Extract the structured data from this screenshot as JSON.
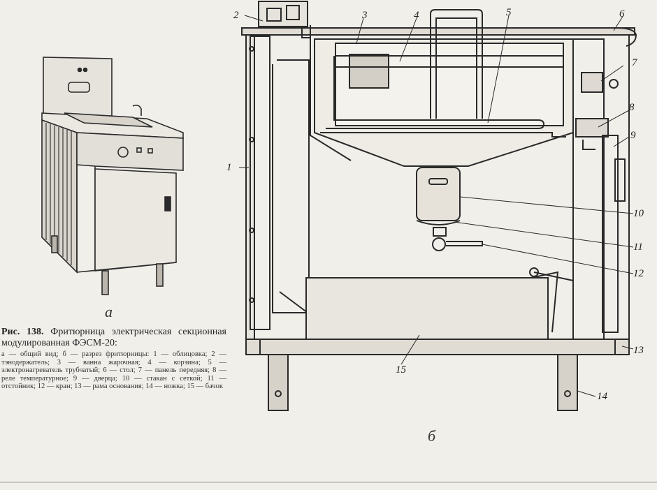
{
  "figure": {
    "number": "Рис. 138.",
    "title": "Фритюрница электрическая секционная модулированная ФЭСМ-20:",
    "legend": "а — общий вид; б — разрез фритюрницы: 1 — облицовка; 2 — тэнодержатель; 3 — ванна жарочная; 4 — корзина; 5 — электронагреватель трубчатый; 6 — стол; 7 — панель передняя; 8 — реле температурное; 9 — дверца; 10 — стакан с сеткой; 11 — отстойник; 12 — кран; 13 — рама основания; 14 — ножка; 15 — бачок"
  },
  "sublabels": {
    "a": "а",
    "b": "б"
  },
  "callouts": {
    "c1": "1",
    "c2": "2",
    "c3": "3",
    "c4": "4",
    "c5": "5",
    "c6": "6",
    "c7": "7",
    "c8": "8",
    "c9": "9",
    "c10": "10",
    "c11": "11",
    "c12": "12",
    "c13": "13",
    "c14": "14",
    "c15": "15"
  }
}
